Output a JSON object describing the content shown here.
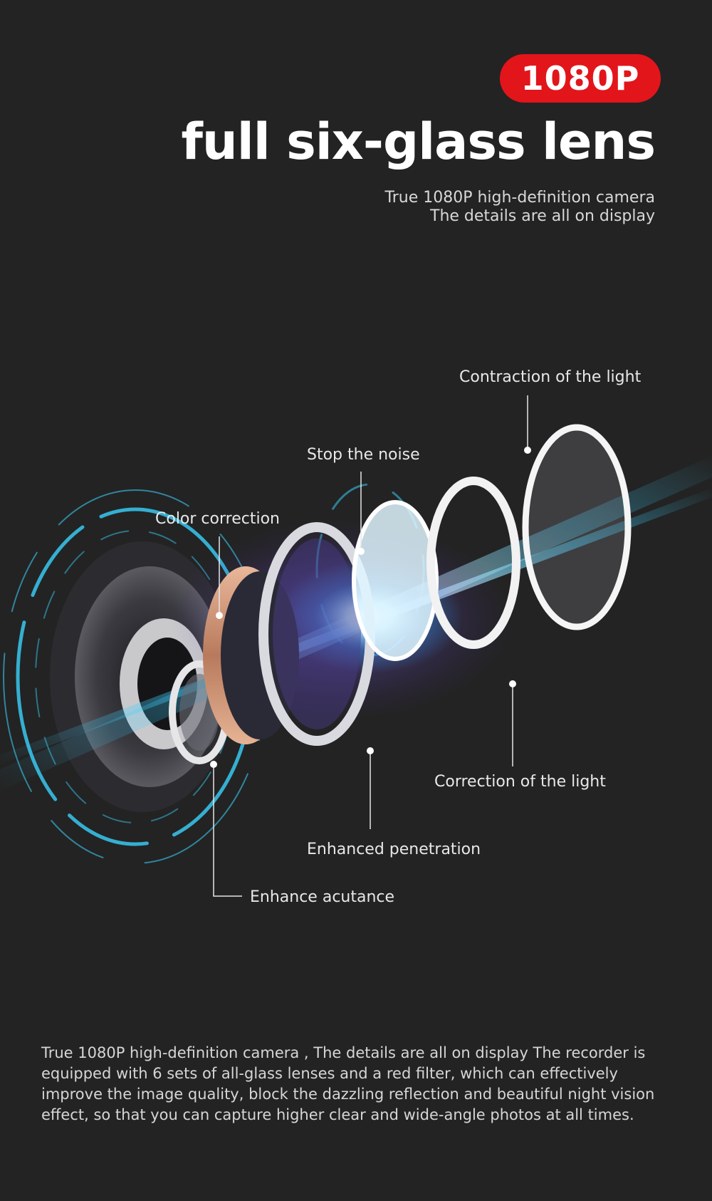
{
  "badge": {
    "label": "1080P"
  },
  "headline": "full six-glass lens",
  "subtitle": {
    "line1": "True 1080P high-definition camera",
    "line2": "The details are all on display"
  },
  "callouts": {
    "contraction": "Contraction of the light",
    "stop_noise": "Stop the noise",
    "color_correction": "Color correction",
    "correction_light": "Correction of the light",
    "penetration": "Enhanced penetration",
    "acutance": "Enhance acutance"
  },
  "description": "True 1080P high-definition camera , The details are all on display The recorder is equipped with 6 sets of all-glass lenses and a red filter, which can effectively improve the image quality, block the dazzling reflection and beautiful night vision effect, so that you can capture higher clear and wide-angle photos at all times.",
  "colors": {
    "background": "#232323",
    "badge": "#e2151b",
    "accent_cyan": "#3fd0ff"
  }
}
